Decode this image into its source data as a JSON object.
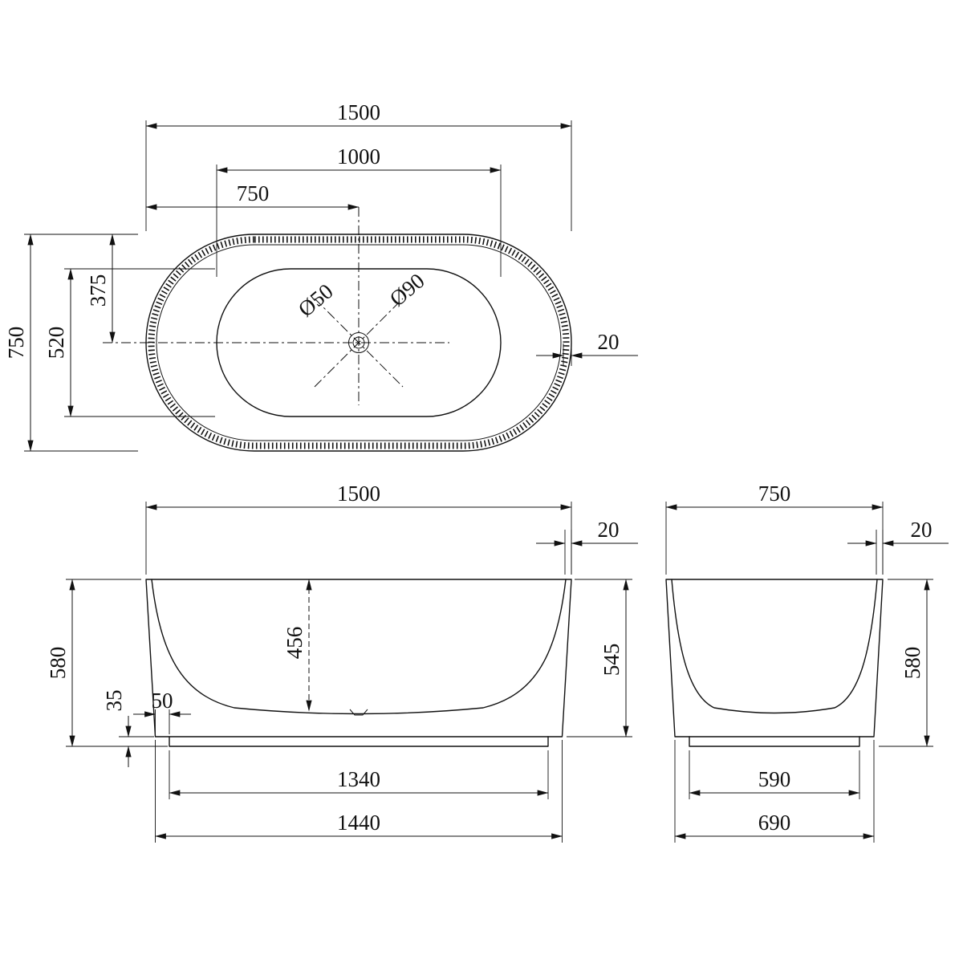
{
  "views": {
    "top": {
      "dims": {
        "overall_length": "1500",
        "basin_length": "1000",
        "center_from_end": "750",
        "overall_width": "750",
        "basin_width": "520",
        "center_from_side": "375",
        "rim_thickness": "20",
        "drain_inner": "Ø50",
        "drain_outer": "Ø90"
      }
    },
    "front": {
      "dims": {
        "top_length": "1500",
        "rim_thickness": "20",
        "overall_height": "580",
        "basin_depth": "456",
        "body_height": "545",
        "plinth_height": "35",
        "plinth_inset": "50",
        "plinth_length": "1340",
        "base_length": "1440"
      }
    },
    "side": {
      "dims": {
        "top_width": "750",
        "rim_thickness": "20",
        "overall_height": "580",
        "plinth_width": "590",
        "base_width": "690"
      }
    }
  },
  "colors": {
    "line": "#111111",
    "background": "#ffffff"
  }
}
